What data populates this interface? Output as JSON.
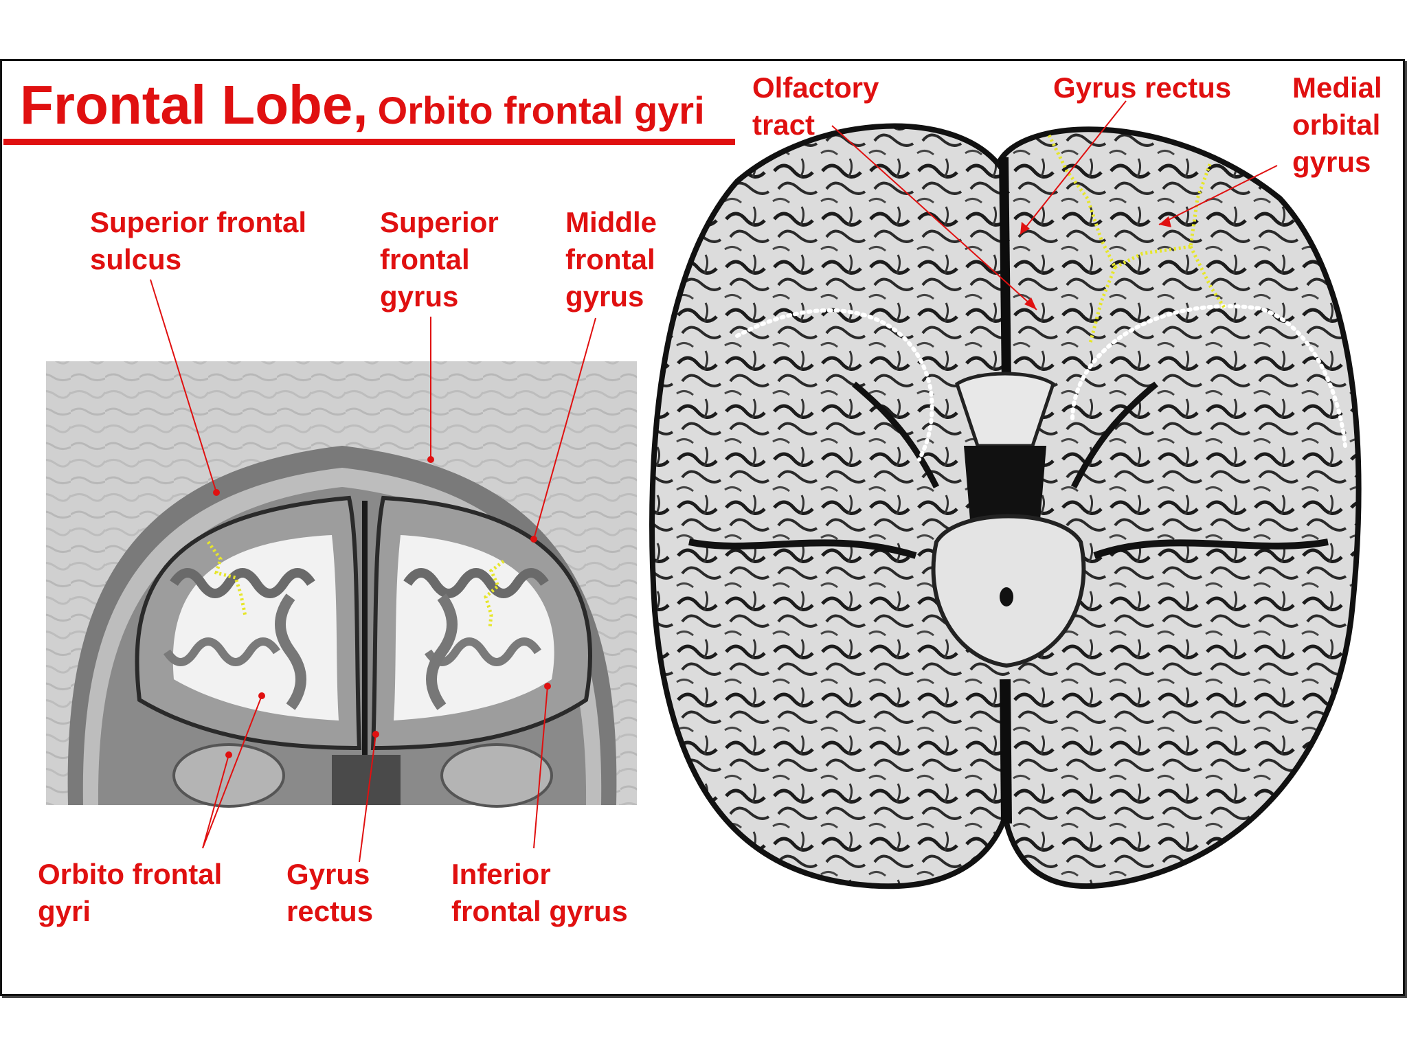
{
  "title": {
    "main": "Frontal Lobe,",
    "sub": "Orbito frontal gyri"
  },
  "labels": {
    "superior_frontal_sulcus": "Superior frontal\nsulcus",
    "superior_frontal_gyrus": "Superior\nfrontal\ngyrus",
    "middle_frontal_gyrus": "Middle\nfrontal\ngyrus",
    "orbito_frontal_gyri": "Orbito frontal\ngyri",
    "gyrus_rectus_left": "Gyrus\nrectus",
    "inferior_frontal_gyrus": "Inferior\nfrontal gyrus",
    "olfactory_tract": "Olfactory\ntract",
    "gyrus_rectus_right": "Gyrus rectus",
    "medial_orbital_gyrus": "Medial\norbital\ngyrus"
  },
  "colors": {
    "label": "#e01010",
    "highlight": "#e6e62a",
    "boundary": "#ffffff"
  }
}
